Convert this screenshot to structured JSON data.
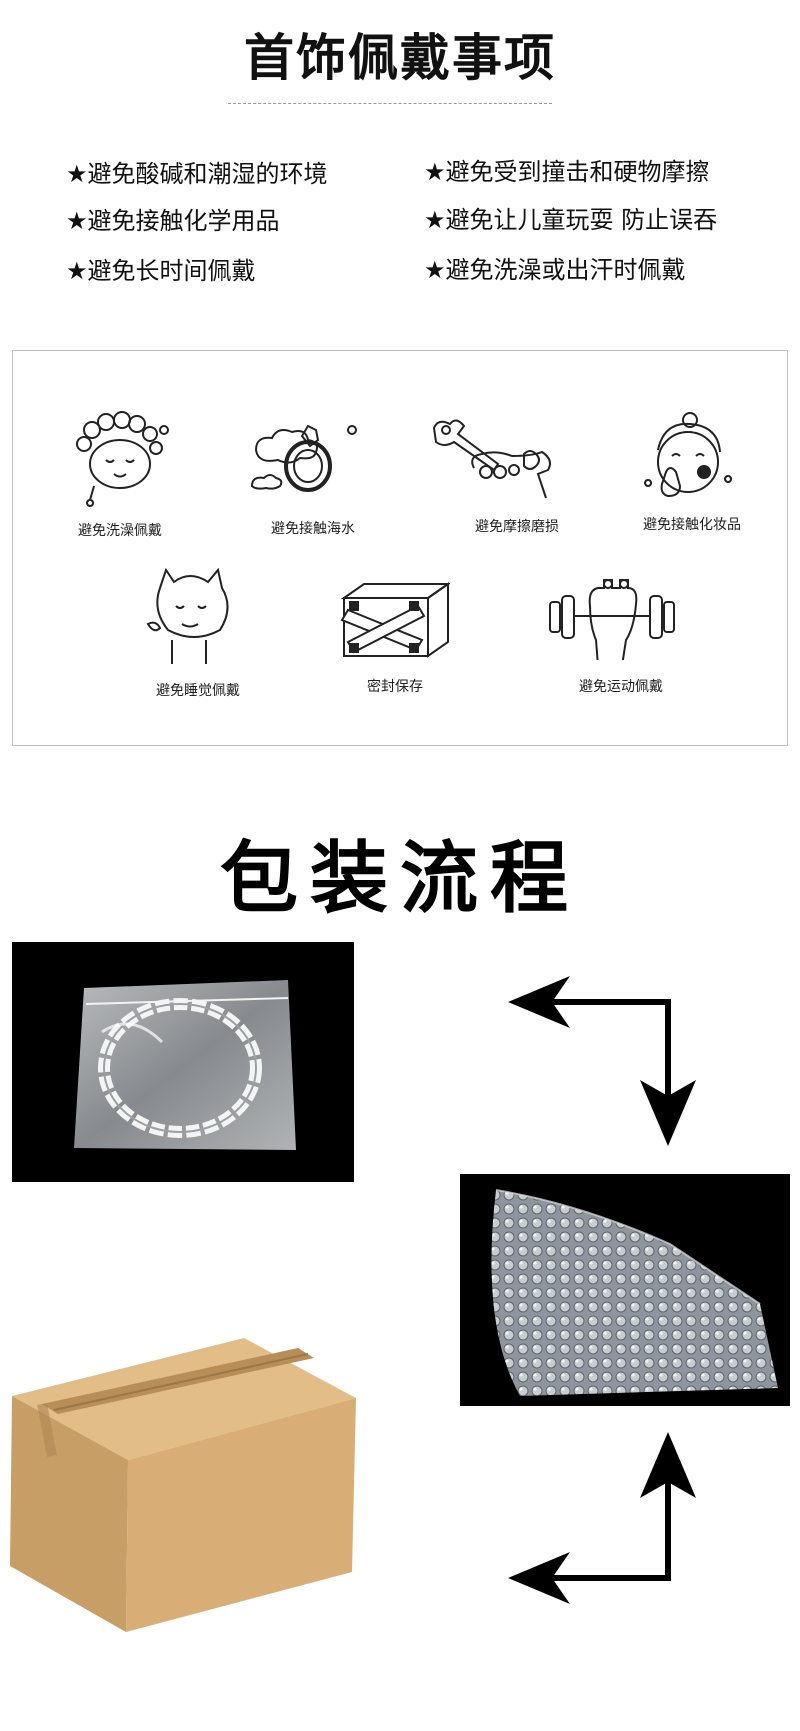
{
  "care": {
    "title": "首饰佩戴事项",
    "tips": [
      "★避免酸碱和潮湿的环境",
      "★避免受到撞击和硬物摩擦",
      "★避免接触化学用品",
      "★避免让儿童玩耍 防止误吞",
      "★避免长时间佩戴",
      "★避免洗澡或出汗时佩戴"
    ]
  },
  "icons": [
    {
      "icon": "bath-curly-hair-icon",
      "label": "避免洗澡佩戴"
    },
    {
      "icon": "ring-in-water-icon",
      "label": "避免接触海水"
    },
    {
      "icon": "hand-wrench-icon",
      "label": "避免摩擦磨损"
    },
    {
      "icon": "makeup-girl-icon",
      "label": "避免接触化妆品"
    },
    {
      "icon": "sleeping-girl-icon",
      "label": "避免睡觉佩戴"
    },
    {
      "icon": "sealed-crate-icon",
      "label": "密封保存"
    },
    {
      "icon": "dumbbell-hand-icon",
      "label": "避免运动佩戴"
    }
  ],
  "packaging": {
    "title": "包装流程"
  },
  "colors": {
    "text": "#111111",
    "box": "#d6ab72",
    "photo_bg": "#000000"
  }
}
